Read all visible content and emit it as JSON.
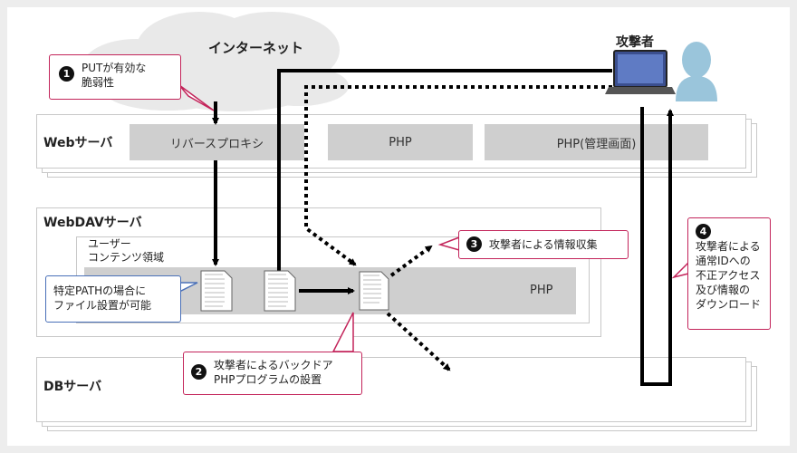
{
  "internet_label": "インターネット",
  "attacker_label": "攻撃者",
  "web_server": {
    "label": "Webサーバ",
    "boxes": [
      "リバースプロキシ",
      "PHP",
      "PHP(管理画面)"
    ]
  },
  "webdav_server": {
    "label": "WebDAVサーバ",
    "user_area_line1": "ユーザー",
    "user_area_line2": "コンテンツ領域",
    "php_label": "PHP"
  },
  "db_server": {
    "label": "DBサーバ"
  },
  "callouts": {
    "c1": {
      "num": "1",
      "line1": "PUTが有効な",
      "line2": "脆弱性"
    },
    "c2": {
      "num": "2",
      "line1": "攻撃者によるバックドア",
      "line2": "PHPプログラムの設置"
    },
    "c3": {
      "num": "3",
      "line1": "攻撃者による情報収集"
    },
    "c4": {
      "num": "4",
      "line1": "攻撃者による",
      "line2": "通常IDへの",
      "line3": "不正アクセス",
      "line4": "及び情報の",
      "line5": "ダウンロード"
    },
    "note": {
      "line1": "特定PATHの場合に",
      "line2": "ファイル設置が可能"
    }
  },
  "colors": {
    "callout_border": "#c3245a",
    "note_border": "#4a70b8",
    "box_gray": "#cfcfcf",
    "arrow": "#000000"
  }
}
